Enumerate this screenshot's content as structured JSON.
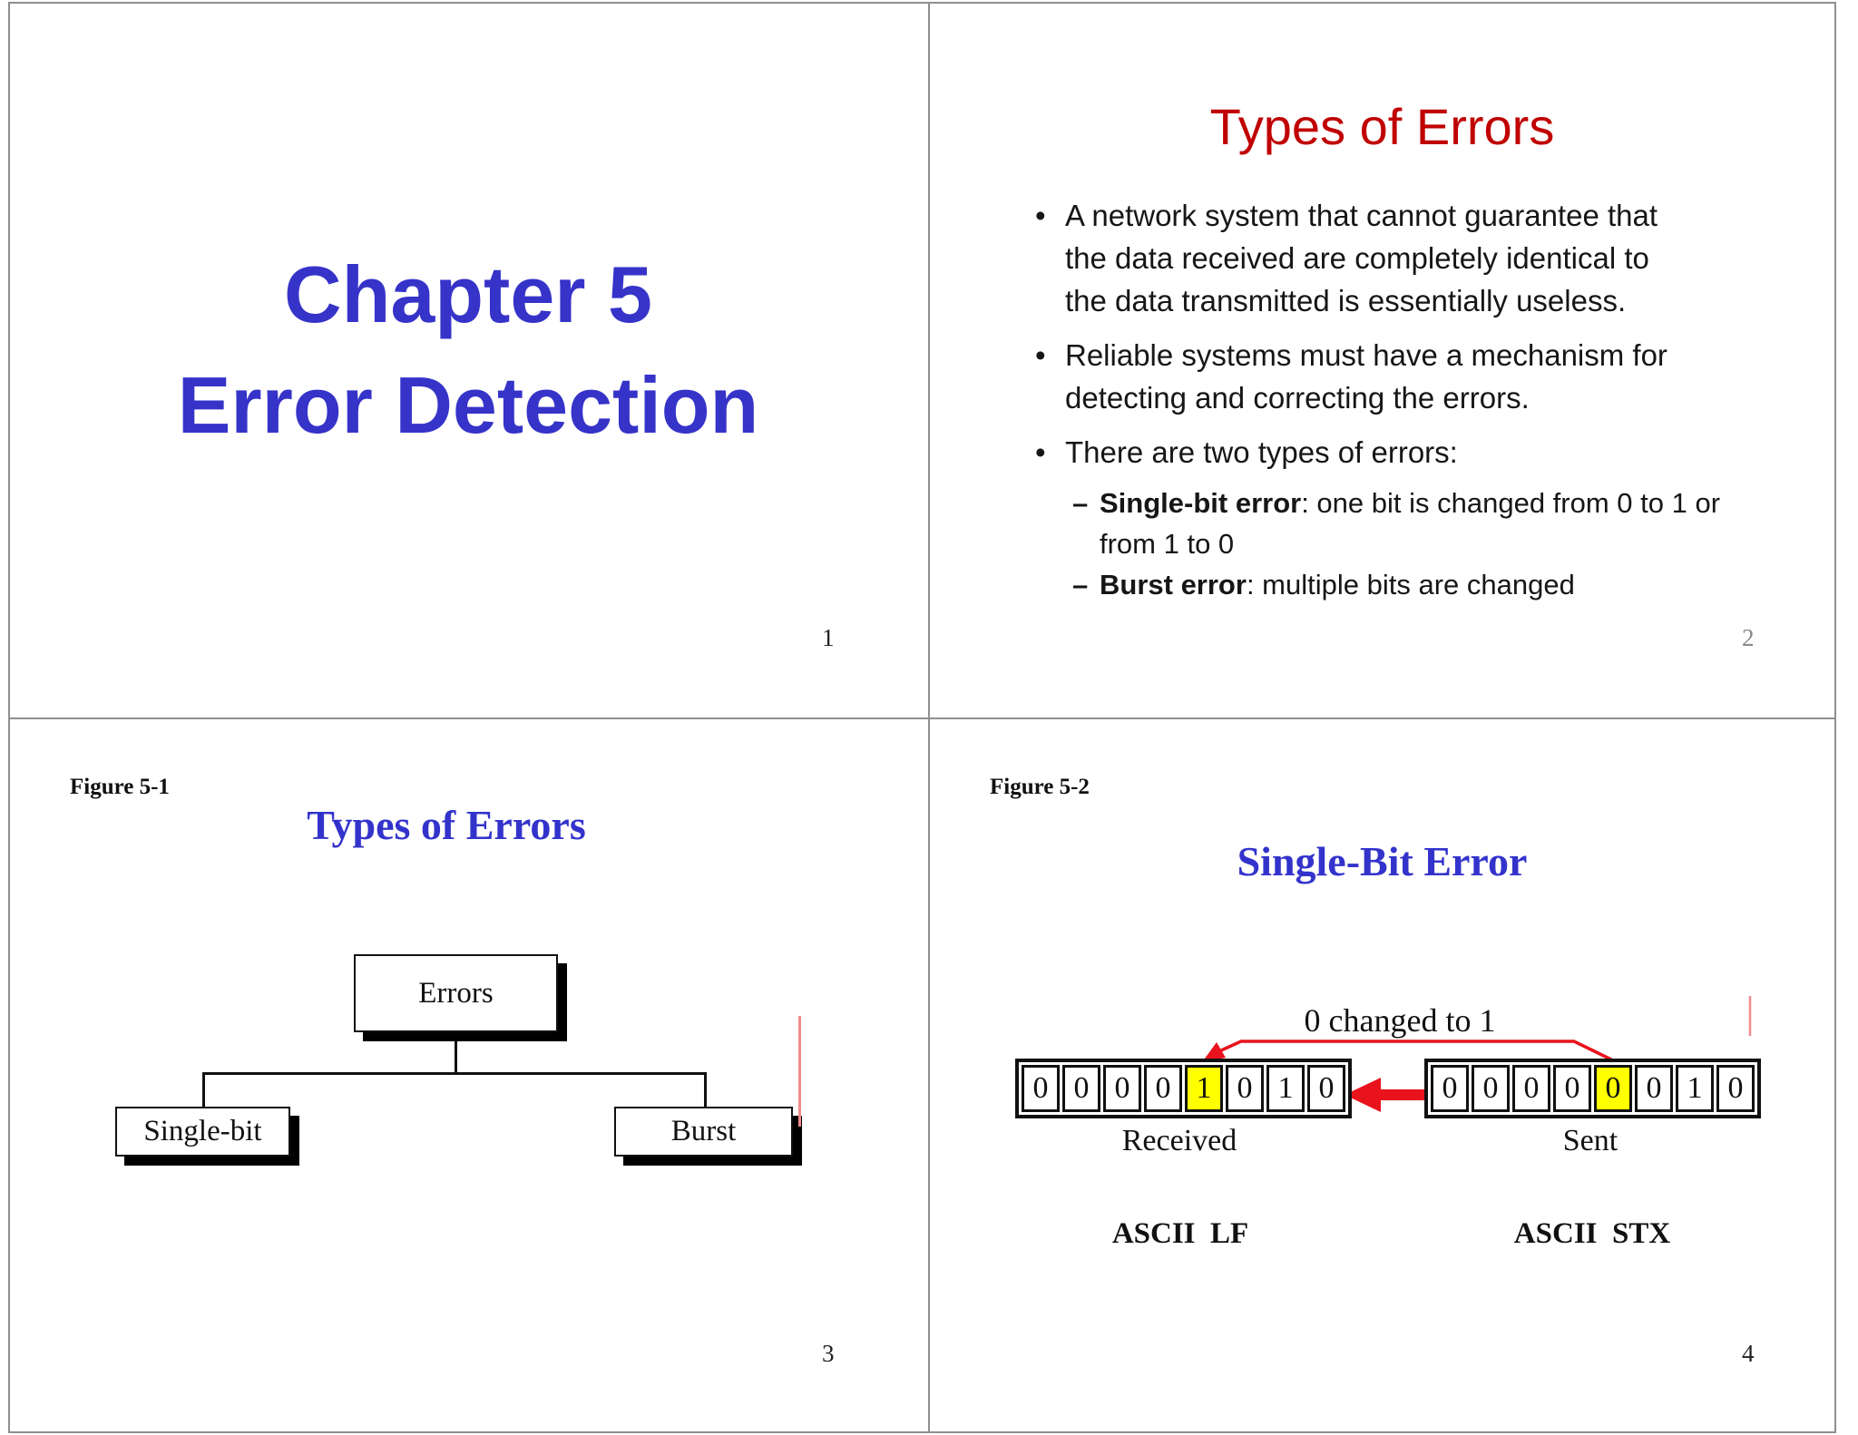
{
  "page": {
    "background": "#ffffff",
    "border_color": "#8f8f8f"
  },
  "slide1": {
    "title_lines": [
      "Chapter 5",
      "Error Detection"
    ],
    "title_color": "#3633c9",
    "page_number": "1"
  },
  "slide2": {
    "title": "Types of Errors",
    "title_color": "#c00000",
    "page_number": "2",
    "bullets": [
      {
        "level": 1,
        "lines": [
          [
            {
              "t": "A network system that cannot guarantee that"
            }
          ],
          [
            {
              "t": "the data received are completely identical to"
            }
          ],
          [
            {
              "t": "the data transmitted is essentially useless."
            }
          ]
        ]
      },
      {
        "level": 1,
        "lines": [
          [
            {
              "t": "Reliable systems must have a mechanism for"
            }
          ],
          [
            {
              "t": "detecting and correcting the errors."
            }
          ]
        ]
      },
      {
        "level": 1,
        "lines": [
          [
            {
              "t": "There are two types of errors:"
            }
          ]
        ]
      },
      {
        "level": 2,
        "lines": [
          [
            {
              "b": 1,
              "t": "Single-bit error"
            },
            {
              "t": ": one bit is changed from 0 to 1 or"
            }
          ],
          [
            {
              "t": "from 1 to 0"
            }
          ]
        ]
      },
      {
        "level": 2,
        "lines": [
          [
            {
              "b": 1,
              "t": "Burst error"
            },
            {
              "t": ": multiple bits are changed"
            }
          ]
        ]
      }
    ]
  },
  "slide3": {
    "figure_label": "Figure 5-1",
    "title": "Types of Errors",
    "title_color": "#3333cc",
    "page_number": "3",
    "tree": {
      "root": "Errors",
      "children": [
        "Single-bit",
        "Burst"
      ]
    }
  },
  "slide4": {
    "figure_label": "Figure 5-2",
    "title": "Single-Bit Error",
    "title_color": "#3333cc",
    "page_number": "4",
    "annotation": "0 changed to 1",
    "received": {
      "label": "Received",
      "ascii": "ASCII  LF",
      "bits": [
        "0",
        "0",
        "0",
        "0",
        "1",
        "0",
        "1",
        "0"
      ],
      "highlight_index": 4
    },
    "sent": {
      "label": "Sent",
      "ascii": "ASCII  STX",
      "bits": [
        "0",
        "0",
        "0",
        "0",
        "0",
        "0",
        "1",
        "0"
      ],
      "highlight_index": 4
    },
    "colors": {
      "highlight": "#ffff00",
      "arrow_red": "#e8131d",
      "artifact_red": "#f28b8b"
    }
  }
}
